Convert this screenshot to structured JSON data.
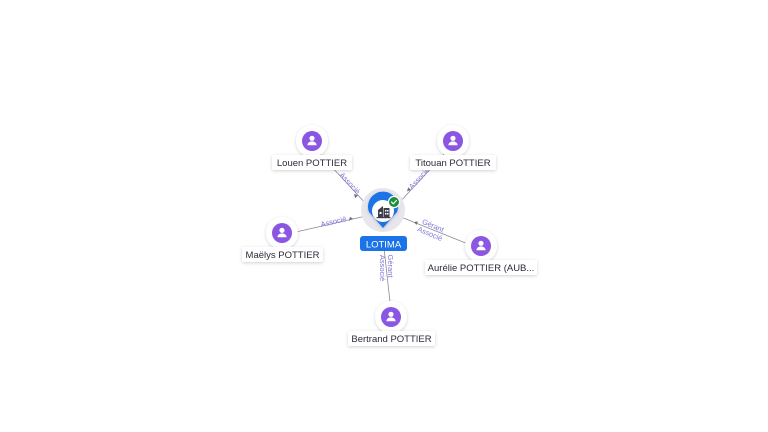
{
  "center": {
    "label": "LOTIMA",
    "color": "#1a73e8",
    "check_color": "#1e8e3e",
    "icon": "building-icon"
  },
  "person_color": "#8a56e2",
  "person_icon": "person-icon",
  "nodes": [
    {
      "id": "louen",
      "label": "Louen POTTIER"
    },
    {
      "id": "titouan",
      "label": "Titouan POTTIER"
    },
    {
      "id": "maelys",
      "label": "Maëlys POTTIER"
    },
    {
      "id": "aurelie",
      "label": "Aurélie POTTIER (AUB..."
    },
    {
      "id": "bertrand",
      "label": "Bertrand POTTIER"
    }
  ],
  "edges": [
    {
      "node": "louen",
      "labels": [
        "Associé"
      ]
    },
    {
      "node": "titouan",
      "labels": [
        "Associé"
      ]
    },
    {
      "node": "maelys",
      "labels": [
        "Associé"
      ]
    },
    {
      "node": "aurelie",
      "labels": [
        "Gérant",
        "Associé"
      ]
    },
    {
      "node": "bertrand",
      "labels": [
        "Gérant",
        "Associé"
      ]
    }
  ]
}
